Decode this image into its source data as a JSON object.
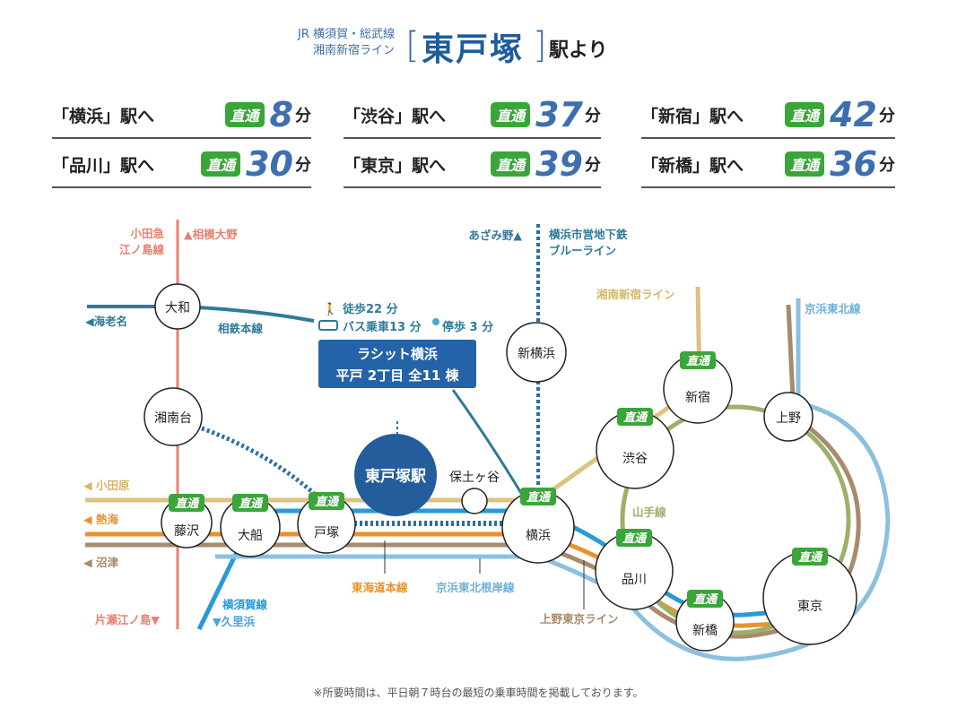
{
  "header": {
    "line1": "JR 横須賀・総武線",
    "line2": "湘南新宿ライン",
    "station": "東戸塚",
    "suffix": "駅より",
    "bracket_open": "[",
    "bracket_close": "]"
  },
  "times": [
    {
      "dest": "「横浜」駅へ",
      "badge": "直通",
      "minutes": "8",
      "unit": "分"
    },
    {
      "dest": "「渋谷」駅へ",
      "badge": "直通",
      "minutes": "37",
      "unit": "分"
    },
    {
      "dest": "「新宿」駅へ",
      "badge": "直通",
      "minutes": "42",
      "unit": "分"
    },
    {
      "dest": "「品川」駅へ",
      "badge": "直通",
      "minutes": "30",
      "unit": "分"
    },
    {
      "dest": "「東京」駅へ",
      "badge": "直通",
      "minutes": "39",
      "unit": "分"
    },
    {
      "dest": "「新橋」駅へ",
      "badge": "直通",
      "minutes": "36",
      "unit": "分"
    }
  ],
  "map": {
    "stations": {
      "yamato": "大和",
      "shonandai": "湘南台",
      "fujisawa": "藤沢",
      "ofuna": "大船",
      "totsuka": "戸塚",
      "higashi_totsuka": "東戸塚駅",
      "hodogaya": "保土ヶ谷",
      "yokohama": "横浜",
      "shin_yokohama": "新横浜",
      "shibuya": "渋谷",
      "shinjuku": "新宿",
      "ueno": "上野",
      "shinagawa": "品川",
      "shinbashi": "新橋",
      "tokyo": "東京"
    },
    "badge": "直通",
    "labels": {
      "odakyu1": "小田急",
      "odakyu2": "江ノ島線",
      "sagami_ono": "▲相模大野",
      "ebina": "◀海老名",
      "sotetsu": "相鉄本線",
      "azamino": "あざみ野▲",
      "blue1": "横浜市営地下鉄",
      "blue2": "ブルーライン",
      "shonan_shinjuku": "湘南新宿ライン",
      "keihin_tohoku": "京浜東北線",
      "odawara": "◀ 小田原",
      "atami": "◀ 熱海",
      "numazu": "◀ 沼津",
      "katase": "片瀬江ノ島▼",
      "yokosuka": "横須賀線",
      "kurihama": "▼久里浜",
      "tokaido": "東海道本線",
      "negishi": "京浜東北根岸線",
      "ueno_tokyo": "上野東京ライン",
      "yamanote": "山手線"
    },
    "property": {
      "walk": "徒歩22 分",
      "bus": "バス乗車13 分",
      "stop": "停歩 3 分",
      "name1": "ラシット横浜",
      "name2": "平戸 2丁目 全11 棟"
    }
  },
  "footnote": "※所要時間は、平日朝７時台の最短の乗車時間を掲載しております。",
  "colors": {
    "odakyu": "#e8806f",
    "sotetsu": "#2f7a99",
    "shonan": "#dcc382",
    "yokosuka": "#2a9ad6",
    "tokaido": "#e8922e",
    "ueno_tokyo": "#a88a6c",
    "keihin": "#8cc0e0",
    "yamanote": "#9cb06a",
    "subway": "#2a6ea8",
    "accent": "#1f5c9c",
    "badge": "#3aa63a"
  }
}
